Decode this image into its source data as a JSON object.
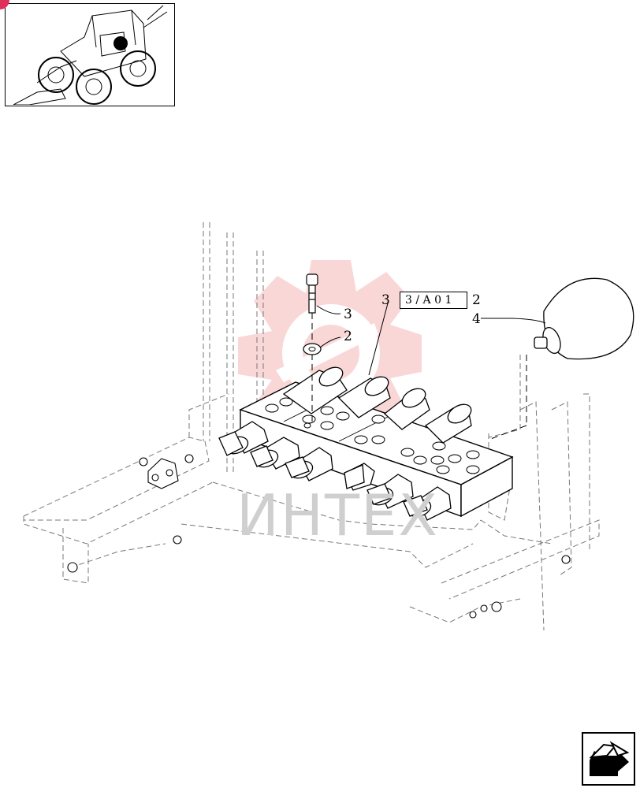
{
  "watermark": {
    "text": "ИНТЕХ",
    "color": "#f0a0a0"
  },
  "reference_box": {
    "text": "3 / A 0 1"
  },
  "callouts": {
    "c2": "2",
    "c3a": "3",
    "c3b": "3",
    "c1": "2",
    "c4": "4"
  },
  "icons": {
    "thumbnail": "backhoe-loader-thumbnail",
    "nav": "next-page-arrow-icon"
  }
}
